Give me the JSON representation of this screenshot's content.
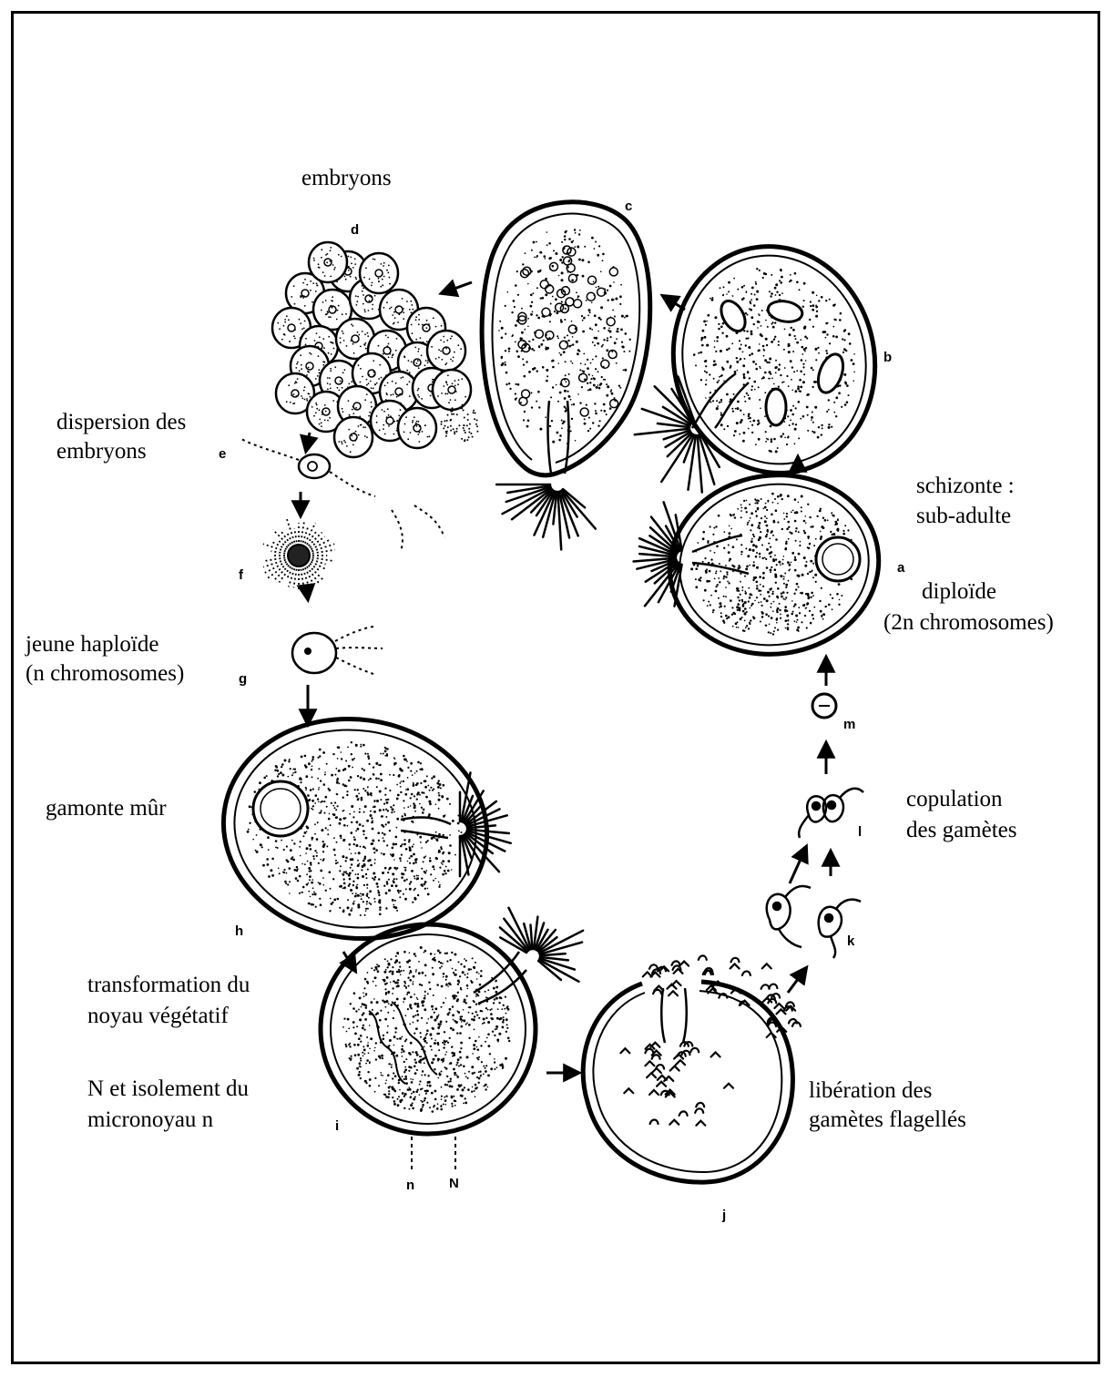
{
  "labels": {
    "embryons": "embryons",
    "dispersion_line1": "dispersion des",
    "dispersion_line2": "embryons",
    "jeune_line1": "jeune haploïde",
    "jeune_line2": "(n chromosomes)",
    "gamonte": "gamonte mûr",
    "transfo_line1": "transformation du",
    "transfo_line2": "noyau végétatif",
    "isolement_line1": "N et isolement du",
    "isolement_line2": "micronoyau n",
    "liberation_line1": "libération des",
    "liberation_line2": "gamètes flagellés",
    "copulation_line1": "copulation",
    "copulation_line2": "des gamètes",
    "schizonte_line1": "schizonte :",
    "schizonte_line2": "sub-adulte",
    "diploide_line1": "diploïde",
    "diploide_line2": "(2n chromosomes)"
  },
  "stage_letters": {
    "a": "a",
    "b": "b",
    "c": "c",
    "d": "d",
    "e": "e",
    "f": "f",
    "g": "g",
    "h": "h",
    "i": "i",
    "j": "j",
    "k": "k",
    "l": "l",
    "m": "m",
    "n": "n",
    "N": "N"
  },
  "colors": {
    "ink": "#000000",
    "paper": "#ffffff"
  }
}
